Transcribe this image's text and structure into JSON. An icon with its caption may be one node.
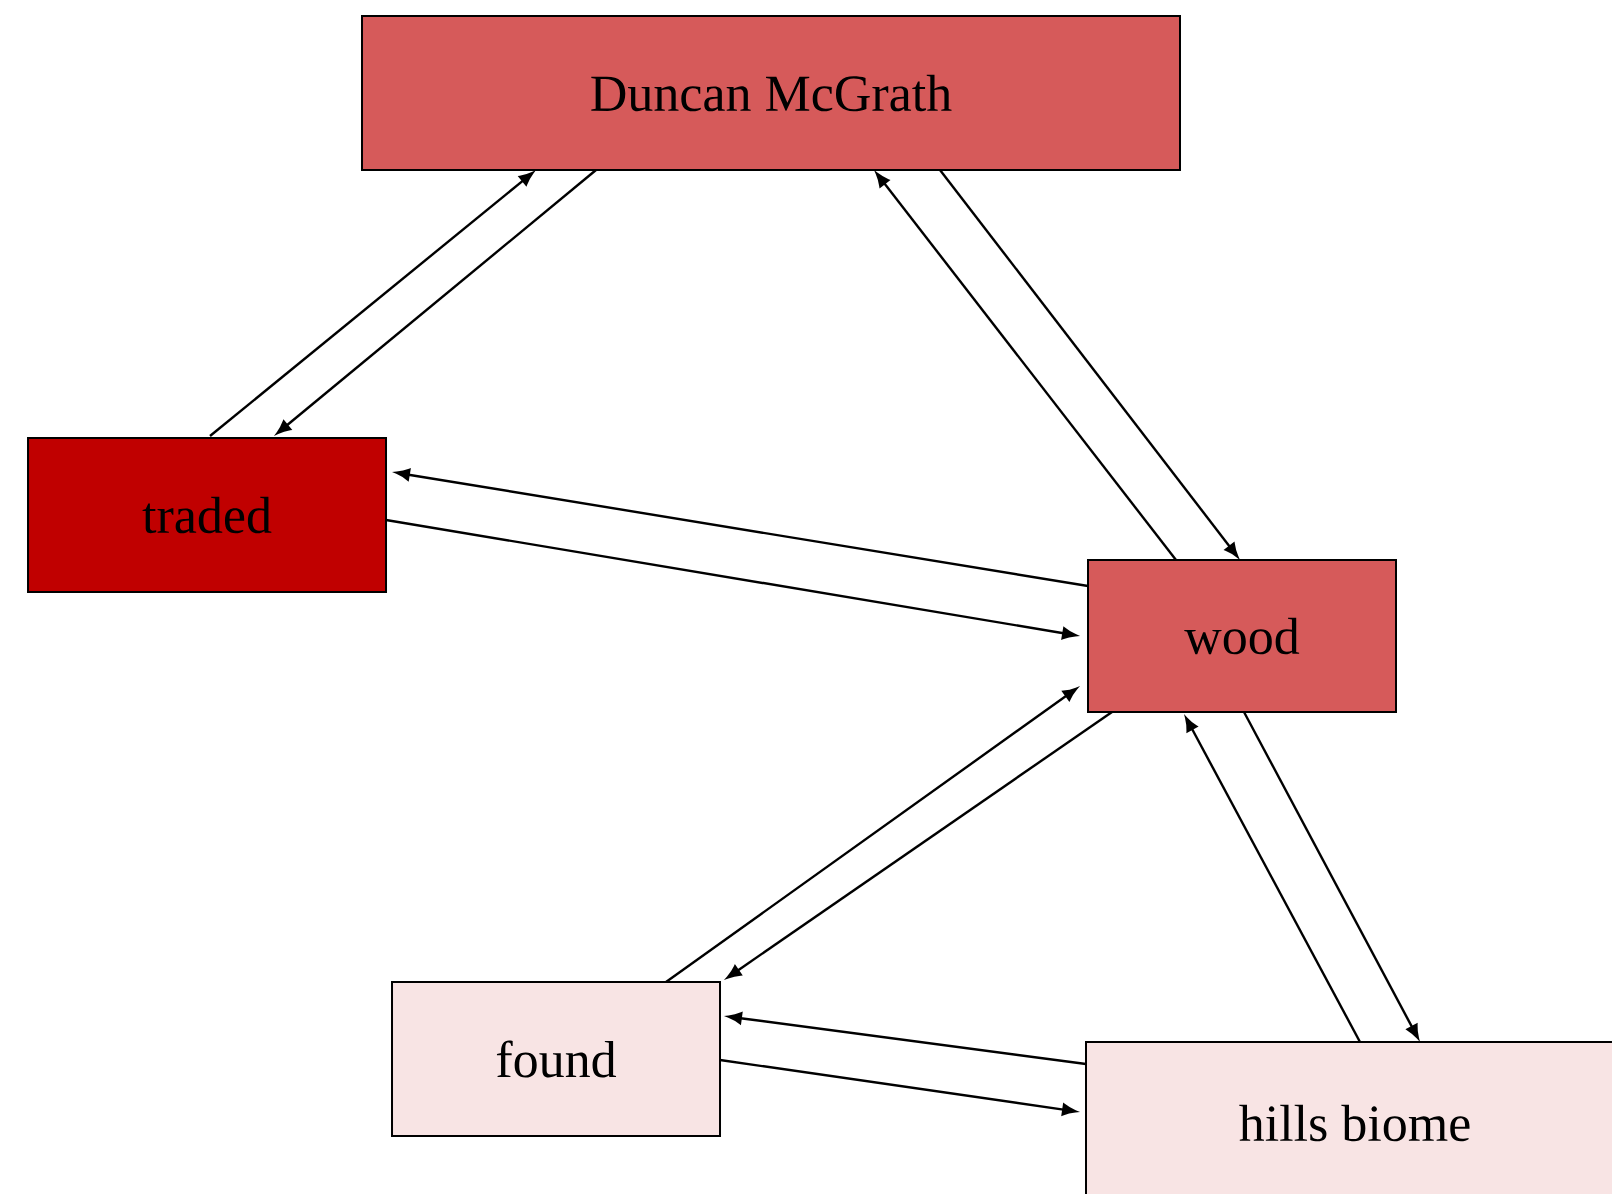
{
  "diagram": {
    "nodes": [
      {
        "text": [
          "Duncan McGrath"
        ]
      },
      {
        "text": [
          "traded"
        ]
      },
      {
        "text": [
          "wood"
        ]
      },
      {
        "text": [
          "found"
        ]
      },
      {
        "text": [
          "hills biome"
        ]
      }
    ],
    "edges": [
      {
        "from": 1,
        "to": 0,
        "arrow": "to"
      },
      {
        "from": 0,
        "to": 1,
        "arrow": "to"
      },
      {
        "from": 0,
        "to": 2,
        "arrow": "to"
      },
      {
        "from": 2,
        "to": 0,
        "arrow": "to"
      },
      {
        "from": 2,
        "to": 1,
        "arrow": "to"
      },
      {
        "from": 1,
        "to": 2,
        "arrow": "to"
      },
      {
        "from": 2,
        "to": 3,
        "arrow": "to"
      },
      {
        "from": 3,
        "to": 2,
        "arrow": "to"
      },
      {
        "from": 2,
        "to": 4,
        "arrow": "to"
      },
      {
        "from": 4,
        "to": 2,
        "arrow": "to"
      },
      {
        "from": 4,
        "to": 3,
        "arrow": "to"
      },
      {
        "from": 3,
        "to": 4,
        "arrow": "to"
      }
    ]
  }
}
